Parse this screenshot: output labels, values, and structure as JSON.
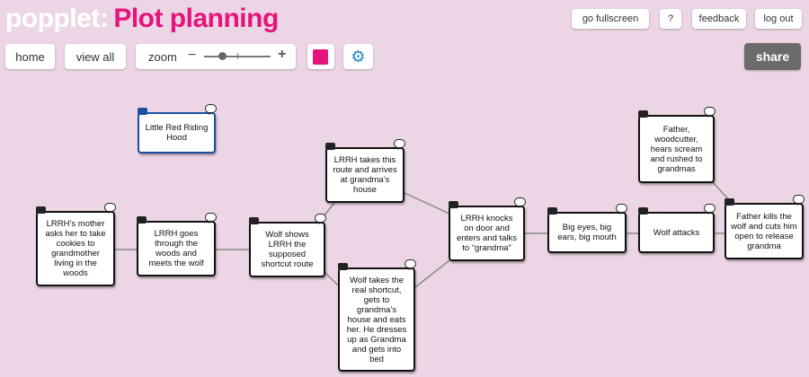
{
  "header": {
    "brand": "popplet",
    "colon": ":",
    "title": "Plot planning"
  },
  "topbar": {
    "fullscreen": "go fullscreen",
    "help": "?",
    "feedback": "feedback",
    "logout": "log out"
  },
  "toolbar": {
    "home": "home",
    "view_all": "view all",
    "zoom": "zoom",
    "minus": "−",
    "plus": "+",
    "color_accent": "#e4147c",
    "settings_icon": "gear-icon",
    "share": "share"
  },
  "nodes": {
    "riding_hood": "Little Red Riding Hood",
    "mother": "LRRH’s mother asks her to take cookies to grandmother living in the woods",
    "goes": "LRRH goes through the woods and meets the wolf",
    "wolf_shows": "Wolf shows LRRH the supposed shortcut route",
    "takes_route": "LRRH takes this route and arrives at grandma’s house",
    "wolf_takes": "Wolf takes the real shortcut, gets to grandma’s house and eats her.  He dresses up as Grandma and gets into bed",
    "knocks": "LRRH knocks on door and enters and talks to “grandma”",
    "big_eyes": "Big eyes, big ears, big mouth",
    "attacks": "Wolf attacks",
    "father": "Father, woodcutter, hears scream and rushed to grandmas",
    "kills": "Father kills the wolf and cuts him open to release grandma"
  }
}
